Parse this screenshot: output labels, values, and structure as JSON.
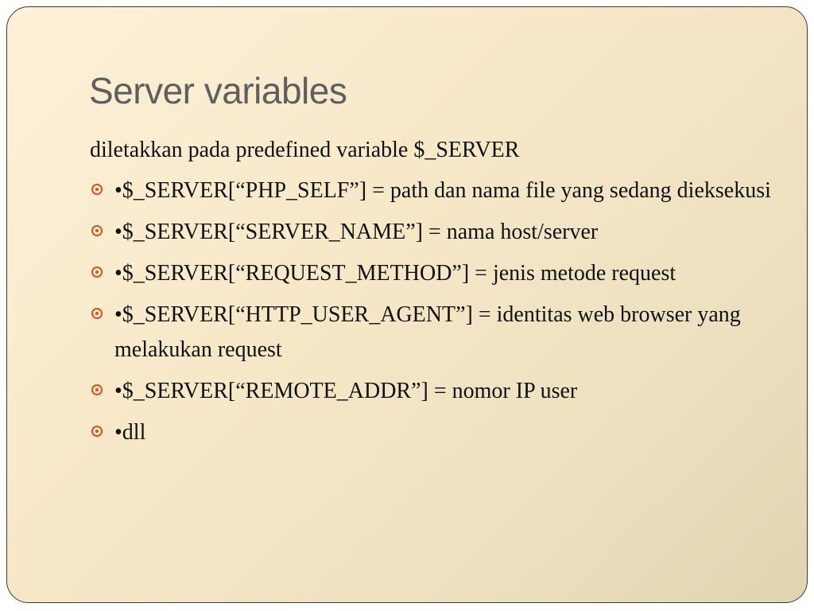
{
  "slide": {
    "title": "Server variables",
    "intro": "diletakkan pada predefined variable $_SERVER",
    "bullet_color": "#d9531e",
    "items": [
      {
        "text": "•$_SERVER[“PHP_SELF”] = path dan nama file yang sedang dieksekusi"
      },
      {
        "text": "•$_SERVER[“SERVER_NAME”] = nama host/server"
      },
      {
        "text": "•$_SERVER[“REQUEST_METHOD”] = jenis metode request"
      },
      {
        "text": "•$_SERVER[“HTTP_USER_AGENT”] = identitas web browser yang melakukan request"
      },
      {
        "text": "•$_SERVER[“REMOTE_ADDR”] = nomor IP user"
      },
      {
        "text": "•dll"
      }
    ]
  }
}
